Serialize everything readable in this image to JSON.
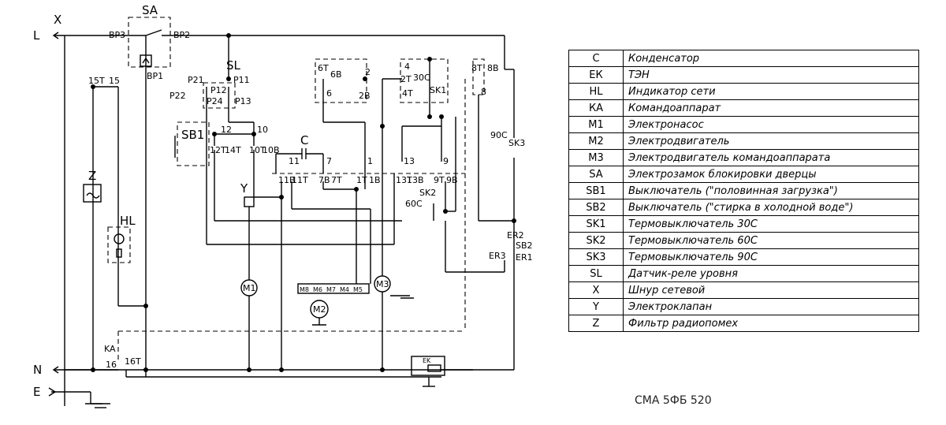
{
  "schematic": {
    "labels": {
      "L": "L",
      "X": "X",
      "N": "N",
      "E": "E",
      "SA": "SA",
      "BP3": "BP3",
      "BP2": "BP2",
      "BP1": "BP1",
      "SL": "SL",
      "P21": "P21",
      "P11": "P11",
      "P22": "P22",
      "P12": "P12",
      "P24": "P24",
      "P13": "P13",
      "SB1": "SB1",
      "n12": "12",
      "n10": "10",
      "t12T": "12T",
      "t14T": "14T",
      "t10T": "10T",
      "t10B": "10B",
      "C": "C",
      "n11": "11",
      "n7": "7",
      "n1": "1",
      "n13": "13",
      "n9": "9",
      "t11B": "11B",
      "t11T": "11T",
      "t7B": "7B",
      "t7T": "7T",
      "t1T": "1T",
      "t1B": "1B",
      "t13T": "13T",
      "t13B": "13B",
      "t9T": "9T",
      "t9B": "9B",
      "t6T": "6T",
      "t6B": "6B",
      "n6": "6",
      "n2": "2",
      "t2B": "2B",
      "n4": "4",
      "t2T": "2T",
      "t4T": "4T",
      "c30": "30С",
      "SK1": "SK1",
      "t8T": "8T",
      "t8B": "8B",
      "n8": "8",
      "c90": "90С",
      "SK3": "SK3",
      "SK2": "SK2",
      "c60": "60С",
      "ER2": "ER2",
      "SB2": "SB2",
      "ER3": "ER3",
      "ER1": "ER1",
      "t15T": "15T",
      "n15": "15",
      "Z": "Z",
      "HL": "HL",
      "Y": "Y",
      "M1": "M1",
      "M2": "M2",
      "M3": "M3",
      "M8": "M8",
      "M6": "M6",
      "M7": "M7",
      "M4": "M4",
      "M5": "M5",
      "KA": "KA",
      "n16": "16",
      "t16T": "16T",
      "EK": "EK"
    }
  },
  "legend": [
    {
      "code": "С",
      "desc": "Конденсатор"
    },
    {
      "code": "ЕК",
      "desc": "ТЭН"
    },
    {
      "code": "HL",
      "desc": "Индикатор сети"
    },
    {
      "code": "КА",
      "desc": "Командоаппарат"
    },
    {
      "code": "М1",
      "desc": "Электронасос"
    },
    {
      "code": "М2",
      "desc": "Электродвигатель"
    },
    {
      "code": "М3",
      "desc": "Электродвигатель командоаппарата"
    },
    {
      "code": "SA",
      "desc": "Электрозамок блокировки дверцы"
    },
    {
      "code": "SB1",
      "desc": "Выключатель (\"половинная загрузка\")"
    },
    {
      "code": "SB2",
      "desc": "Выключатель (\"стирка в холодной воде\")"
    },
    {
      "code": "SK1",
      "desc": "Термовыключатель 30С"
    },
    {
      "code": "SK2",
      "desc": "Термовыключатель 60С"
    },
    {
      "code": "SK3",
      "desc": "Термовыключатель 90С"
    },
    {
      "code": "SL",
      "desc": "Датчик-реле уровня"
    },
    {
      "code": "X",
      "desc": "Шнур сетевой"
    },
    {
      "code": "Y",
      "desc": "Электроклапан"
    },
    {
      "code": "Z",
      "desc": "Фильтр радиопомех"
    }
  ],
  "caption": "СМА 5ФБ 520"
}
